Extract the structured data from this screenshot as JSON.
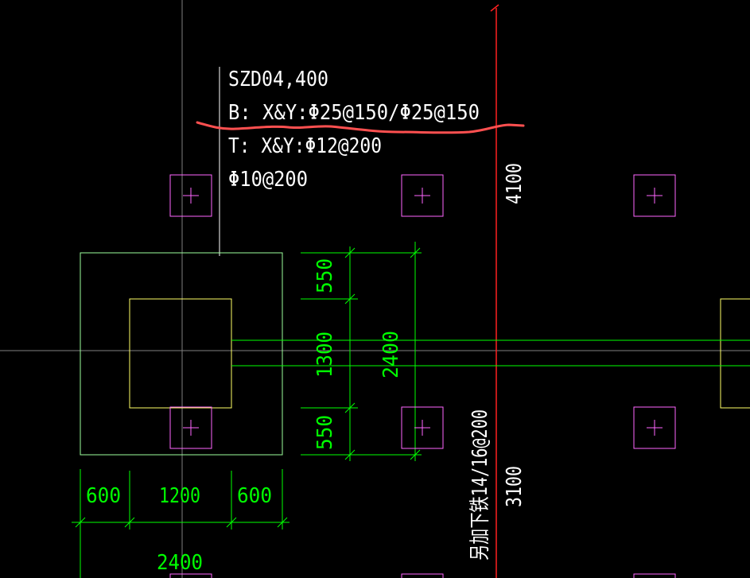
{
  "label": {
    "line1": "SZD04,400",
    "line2": "B: X&Y:Φ25@150/Φ25@150",
    "line3": "T: X&Y:Φ12@200",
    "line4": "Φ10@200"
  },
  "dimensions": {
    "v_top": "550",
    "v_mid": "1300",
    "v_bot": "550",
    "v_total": "2400",
    "h_left": "600",
    "h_mid": "1200",
    "h_right": "600",
    "h_total": "2400",
    "grid_upper": "4100",
    "grid_lower": "3100"
  },
  "note": "另加下铁14/16@200",
  "colors": {
    "background": "#000000",
    "footing": "#9cff9c",
    "column": "#ffff66",
    "dimension": "#00ff00",
    "pile": "#ff66ff",
    "grid_axis": "#ff2020",
    "text": "#ffffff",
    "markup": "#ff5050",
    "crosshair": "#808080"
  }
}
